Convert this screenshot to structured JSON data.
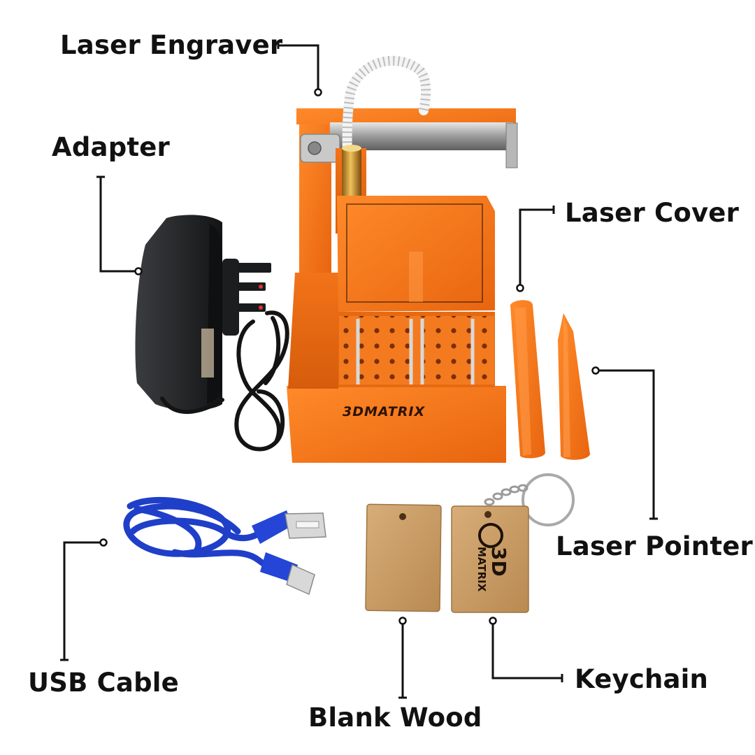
{
  "labels": {
    "laser_engraver": "Laser Engraver",
    "adapter": "Adapter",
    "laser_cover": "Laser Cover",
    "laser_pointer": "Laser Pointer",
    "usb_cable": "USB Cable",
    "blank_wood": "Blank Wood",
    "keychain": "Keychain"
  },
  "product_branding": {
    "engraver_front_text": "3DMATRIX",
    "keychain_text_line1": "3D",
    "keychain_text_line2": "MATRIX"
  },
  "colors": {
    "engraver_body": "#f77a1c",
    "engraver_shadow": "#d9600e",
    "adapter_body": "#222426",
    "usb_cable": "#1f3fc9",
    "wood": "#c79a63",
    "lead_lines": "#111111"
  }
}
